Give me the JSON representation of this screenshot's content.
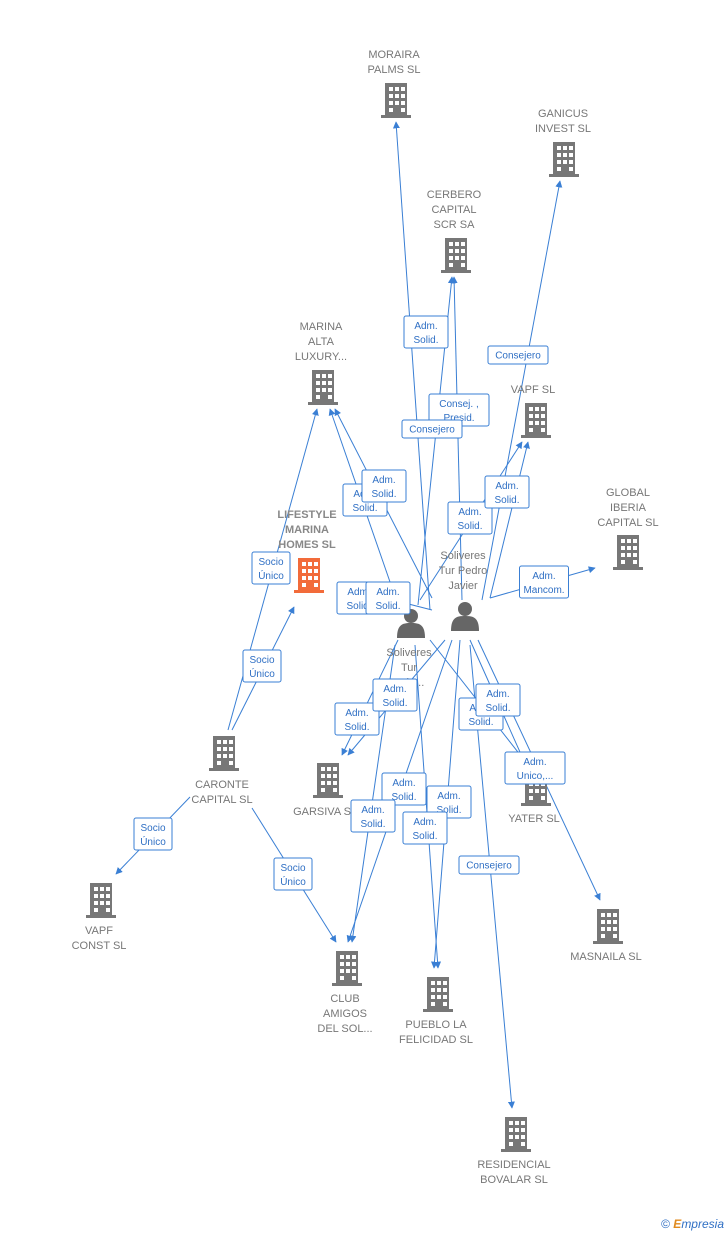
{
  "colors": {
    "edge": "#3a7fd4",
    "company": "#777777",
    "focus": "#f26b3a",
    "person": "#666666"
  },
  "nodes": [
    {
      "id": "moraira",
      "type": "company",
      "label": [
        "MORAIRA",
        "PALMS  SL"
      ]
    },
    {
      "id": "ganicus",
      "type": "company",
      "label": [
        "GANICUS",
        "INVEST  SL"
      ]
    },
    {
      "id": "cerbero",
      "type": "company",
      "label": [
        "CERBERO",
        "CAPITAL",
        "SCR SA"
      ]
    },
    {
      "id": "marina_alta",
      "type": "company",
      "label": [
        "MARINA",
        "ALTA",
        "LUXURY..."
      ]
    },
    {
      "id": "vapf",
      "type": "company",
      "label": [
        "VAPF SL"
      ]
    },
    {
      "id": "global_iberia",
      "type": "company",
      "label": [
        "GLOBAL",
        "IBERIA",
        "CAPITAL SL"
      ]
    },
    {
      "id": "lifestyle",
      "type": "focus",
      "label": [
        "LIFESTYLE",
        "MARINA",
        "HOMES  SL"
      ]
    },
    {
      "id": "soliveres_pedro",
      "type": "person",
      "label": [
        "Soliveres",
        "Tur Pedro",
        "Javier"
      ]
    },
    {
      "id": "soliveres_tur",
      "type": "person",
      "label": [
        "Soliveres",
        "Tur",
        "...do..."
      ]
    },
    {
      "id": "caronte",
      "type": "company",
      "label": [
        "CARONTE",
        "CAPITAL SL"
      ]
    },
    {
      "id": "garsiva",
      "type": "company",
      "label": [
        "GARSIVA  S"
      ]
    },
    {
      "id": "yater",
      "type": "company",
      "label": [
        "YATER SL"
      ]
    },
    {
      "id": "vapf_const",
      "type": "company",
      "label": [
        "VAPF",
        "CONST SL"
      ]
    },
    {
      "id": "club",
      "type": "company",
      "label": [
        "CLUB",
        "AMIGOS",
        "DEL SOL..."
      ]
    },
    {
      "id": "pueblo",
      "type": "company",
      "label": [
        "PUEBLO LA",
        "FELICIDAD SL"
      ]
    },
    {
      "id": "masnaila",
      "type": "company",
      "label": [
        "MASNAILA  SL"
      ]
    },
    {
      "id": "residencial",
      "type": "company",
      "label": [
        "RESIDENCIAL",
        "BOVALAR  SL"
      ]
    }
  ],
  "edges": [
    {
      "id": "e1",
      "from": "soliveres_tur",
      "to": "moraira",
      "label": [
        "Adm.",
        "Solid."
      ]
    },
    {
      "id": "e2",
      "from": "soliveres_pedro",
      "to": "ganicus",
      "label": [
        "Consejero"
      ]
    },
    {
      "id": "e3",
      "from": "soliveres_pedro",
      "to": "cerbero",
      "label": [
        "Consej. ,",
        "Presid."
      ]
    },
    {
      "id": "e4",
      "from": "soliveres_tur",
      "to": "cerbero",
      "label": [
        "Consejero"
      ]
    },
    {
      "id": "e5",
      "from": "soliveres_tur",
      "to": "marina_alta",
      "label": [
        "Adm.",
        "Solid."
      ]
    },
    {
      "id": "e6",
      "from": "soliveres_pedro",
      "to": "marina_alta",
      "label": [
        "Adm.",
        "Solid."
      ]
    },
    {
      "id": "e7",
      "from": "soliveres_pedro",
      "to": "vapf",
      "label": [
        "Adm.",
        "Solid."
      ]
    },
    {
      "id": "e8",
      "from": "soliveres_tur",
      "to": "vapf",
      "label": [
        "Adm.",
        "Solid."
      ]
    },
    {
      "id": "e9",
      "from": "soliveres_pedro",
      "to": "global_iberia",
      "label": [
        "Adm.",
        "Mancom."
      ]
    },
    {
      "id": "e10",
      "from": "soliveres_tur",
      "to": "lifestyle",
      "label": [
        "Adm.",
        "Solid."
      ]
    },
    {
      "id": "e11",
      "from": "soliveres_pedro",
      "to": "lifestyle",
      "label": [
        "Adm.",
        "Solid."
      ]
    },
    {
      "id": "e12",
      "from": "caronte",
      "to": "marina_alta",
      "label": [
        "Socio",
        "Único"
      ]
    },
    {
      "id": "e13",
      "from": "caronte",
      "to": "lifestyle",
      "label": [
        "Socio",
        "Único"
      ]
    },
    {
      "id": "e14",
      "from": "caronte",
      "to": "vapf_const",
      "label": [
        "Socio",
        "Único"
      ]
    },
    {
      "id": "e15",
      "from": "caronte",
      "to": "club",
      "label": [
        "Socio",
        "Único"
      ]
    },
    {
      "id": "e16",
      "from": "soliveres_tur",
      "to": "garsiva",
      "label": [
        "Adm.",
        "Solid."
      ]
    },
    {
      "id": "e17",
      "from": "soliveres_pedro",
      "to": "garsiva",
      "label": [
        "Adm.",
        "Solid."
      ]
    },
    {
      "id": "e18",
      "from": "soliveres_pedro",
      "to": "yater",
      "label": [
        "Adm.",
        "Solid."
      ]
    },
    {
      "id": "e19",
      "from": "soliveres_tur",
      "to": "yater",
      "label": [
        "Adm.",
        "Solid."
      ]
    },
    {
      "id": "e20",
      "from": "soliveres_pedro",
      "to": "masnaila",
      "label": [
        "Adm.",
        "Unico,..."
      ]
    },
    {
      "id": "e21",
      "from": "soliveres_pedro",
      "to": "club",
      "label": [
        "Adm.",
        "Solid."
      ]
    },
    {
      "id": "e22",
      "from": "soliveres_tur",
      "to": "club",
      "label": [
        "Adm.",
        "Solid."
      ]
    },
    {
      "id": "e23",
      "from": "soliveres_pedro",
      "to": "pueblo",
      "label": [
        "Adm.",
        "Solid."
      ]
    },
    {
      "id": "e24",
      "from": "soliveres_tur",
      "to": "pueblo",
      "label": [
        "Adm.",
        "Solid."
      ]
    },
    {
      "id": "e25",
      "from": "soliveres_pedro",
      "to": "residencial",
      "label": [
        "Consejero"
      ]
    }
  ],
  "footer": {
    "copyright": "©",
    "brand_initial": "E",
    "brand_rest": "mpresia"
  }
}
